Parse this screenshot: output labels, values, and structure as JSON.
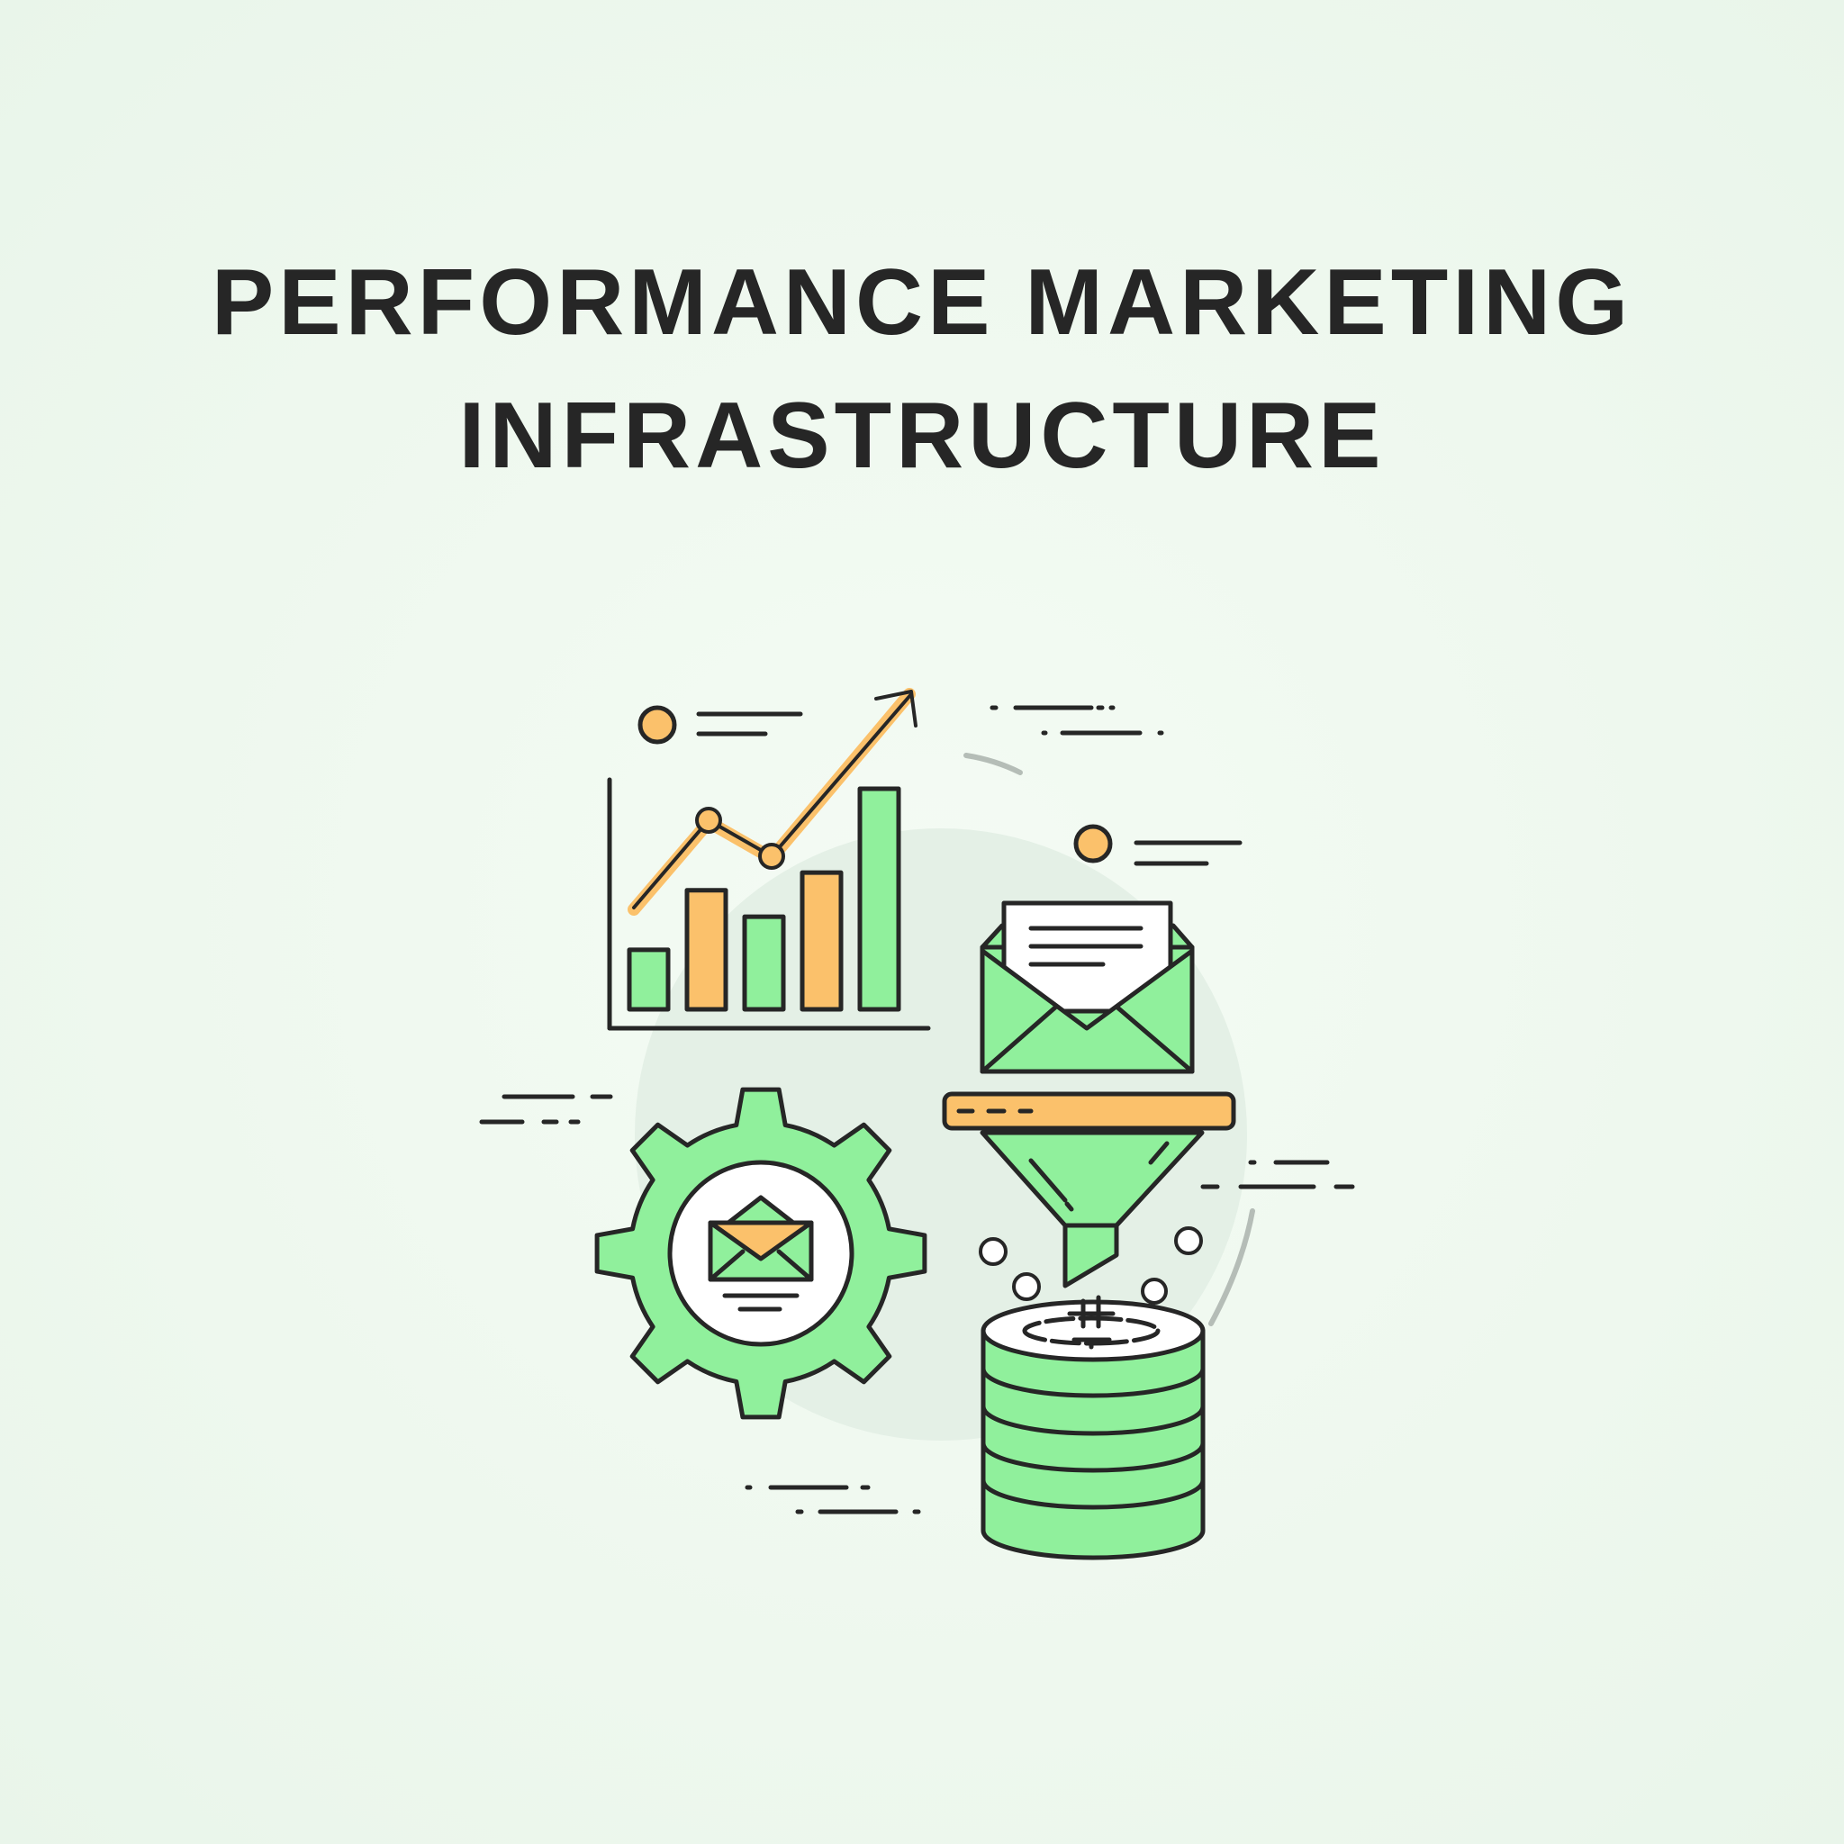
{
  "title": {
    "line1": "PERFORMANCE MARKETING",
    "line2": "INFRASTRUCTURE"
  },
  "icons": [
    "bar-chart-icon",
    "trend-arrow-icon",
    "email-envelope-icon",
    "gear-icon",
    "funnel-icon",
    "database-stack-icon",
    "dollar-sign-icon"
  ],
  "colors": {
    "background": "#eef8ee",
    "green_fill": "#90f09c",
    "orange_fill": "#fbc16b",
    "outline": "#262626",
    "backdrop_circle": "#e2eee4",
    "accent_gray": "#b5bdb7"
  },
  "bar_chart": {
    "bar_values": [
      0.27,
      0.54,
      0.42,
      0.62,
      1.0
    ],
    "bar_colors": [
      "green",
      "orange",
      "green",
      "orange",
      "green"
    ]
  }
}
